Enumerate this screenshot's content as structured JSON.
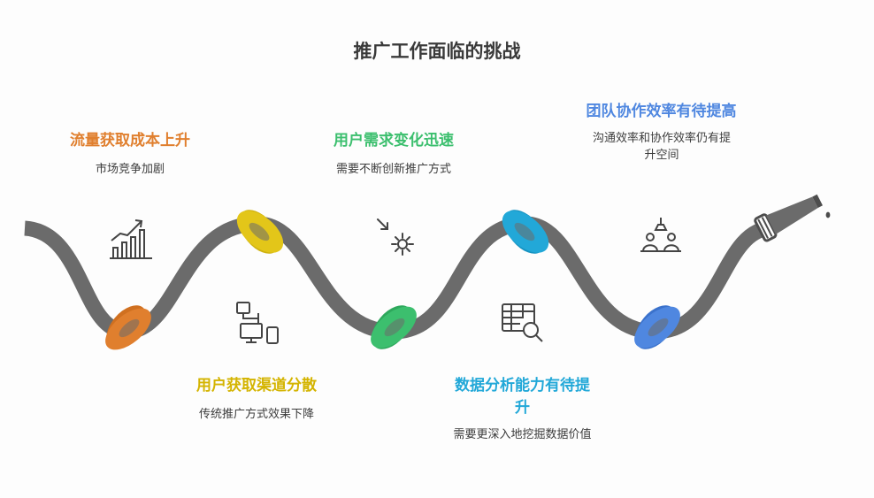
{
  "title": "推广工作面临的挑战",
  "colors": {
    "hose": "#6b6b6b",
    "orange": "#e07f2e",
    "yellow": "#e3c619",
    "green": "#3cbf6e",
    "cyan": "#22a8d8",
    "blue": "#4f87e0",
    "icon": "#444444"
  },
  "challenges": [
    {
      "title": "流量获取成本上升",
      "desc": "市场竞争加剧",
      "icon": "bar-chart-growth-icon"
    },
    {
      "title": "用户获取渠道分散",
      "desc": "传统推广方式效果下降",
      "icon": "devices-network-icon"
    },
    {
      "title": "用户需求变化迅速",
      "desc": "需要不断创新推广方式",
      "icon": "click-burst-icon"
    },
    {
      "title": "数据分析能力有待提升",
      "desc": "需要更深入地挖掘数据价值",
      "icon": "table-search-icon"
    },
    {
      "title": "团队协作效率有待提高",
      "desc": "沟通效率和协作效率仍有提升空间",
      "icon": "team-meeting-icon"
    }
  ]
}
